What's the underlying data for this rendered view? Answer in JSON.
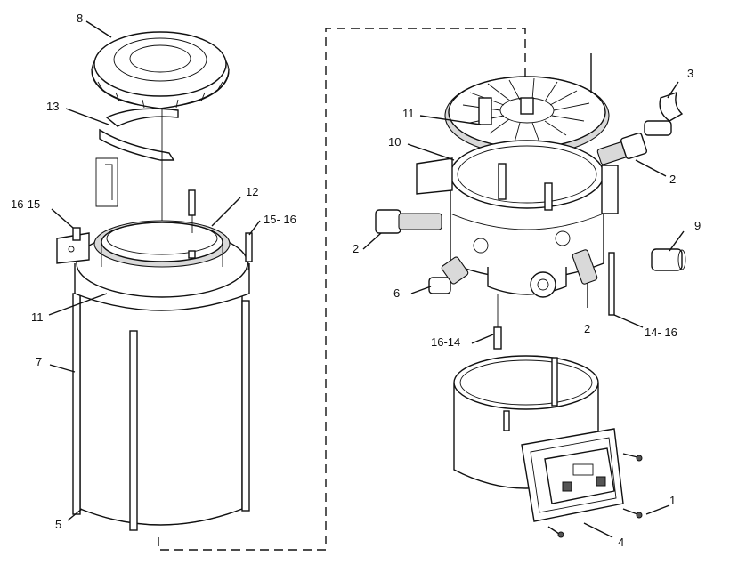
{
  "callouts": [
    {
      "id": "c8",
      "text": "8"
    },
    {
      "id": "c13",
      "text": "13"
    },
    {
      "id": "c12",
      "text": "12"
    },
    {
      "id": "c16_15",
      "text": "16-15"
    },
    {
      "id": "c15_16",
      "text": "15- 16"
    },
    {
      "id": "c11_left",
      "text": "11"
    },
    {
      "id": "c7",
      "text": "7"
    },
    {
      "id": "c5",
      "text": "5"
    },
    {
      "id": "c3",
      "text": "3"
    },
    {
      "id": "c11_right",
      "text": "11"
    },
    {
      "id": "c10",
      "text": "10"
    },
    {
      "id": "c2_right",
      "text": "2"
    },
    {
      "id": "c2_left",
      "text": "2"
    },
    {
      "id": "c9",
      "text": "9"
    },
    {
      "id": "c6",
      "text": "6"
    },
    {
      "id": "c2_bottom",
      "text": "2"
    },
    {
      "id": "c14_16",
      "text": "14- 16"
    },
    {
      "id": "c16_14",
      "text": "16-14"
    },
    {
      "id": "c1",
      "text": "1"
    },
    {
      "id": "c4",
      "text": "4"
    }
  ]
}
